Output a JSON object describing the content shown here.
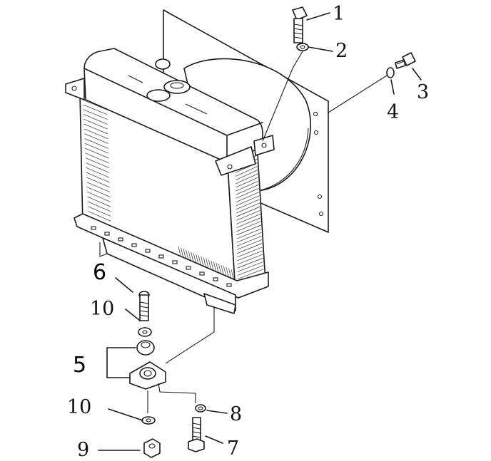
{
  "labels": [
    {
      "id": "1",
      "text": "1"
    },
    {
      "id": "2",
      "text": "2"
    },
    {
      "id": "3",
      "text": "3"
    },
    {
      "id": "4",
      "text": "4"
    },
    {
      "id": "5",
      "text": "5"
    },
    {
      "id": "6",
      "text": "6"
    },
    {
      "id": "7",
      "text": "7"
    },
    {
      "id": "8",
      "text": "8"
    },
    {
      "id": "9",
      "text": "9"
    },
    {
      "id": "10a",
      "text": "10"
    },
    {
      "id": "10b",
      "text": "10"
    }
  ],
  "parts": [
    {
      "ref": "1",
      "icon": "hex-bolt-icon"
    },
    {
      "ref": "2",
      "icon": "washer-icon"
    },
    {
      "ref": "3",
      "icon": "hex-bolt-icon"
    },
    {
      "ref": "4",
      "icon": "washer-icon"
    },
    {
      "ref": "5",
      "icon": "rubber-mount-icon"
    },
    {
      "ref": "6",
      "icon": "bolt-icon"
    },
    {
      "ref": "7",
      "icon": "hex-bolt-icon"
    },
    {
      "ref": "8",
      "icon": "washer-icon"
    },
    {
      "ref": "9",
      "icon": "hex-nut-icon"
    },
    {
      "ref": "10",
      "icon": "washer-icon"
    }
  ]
}
